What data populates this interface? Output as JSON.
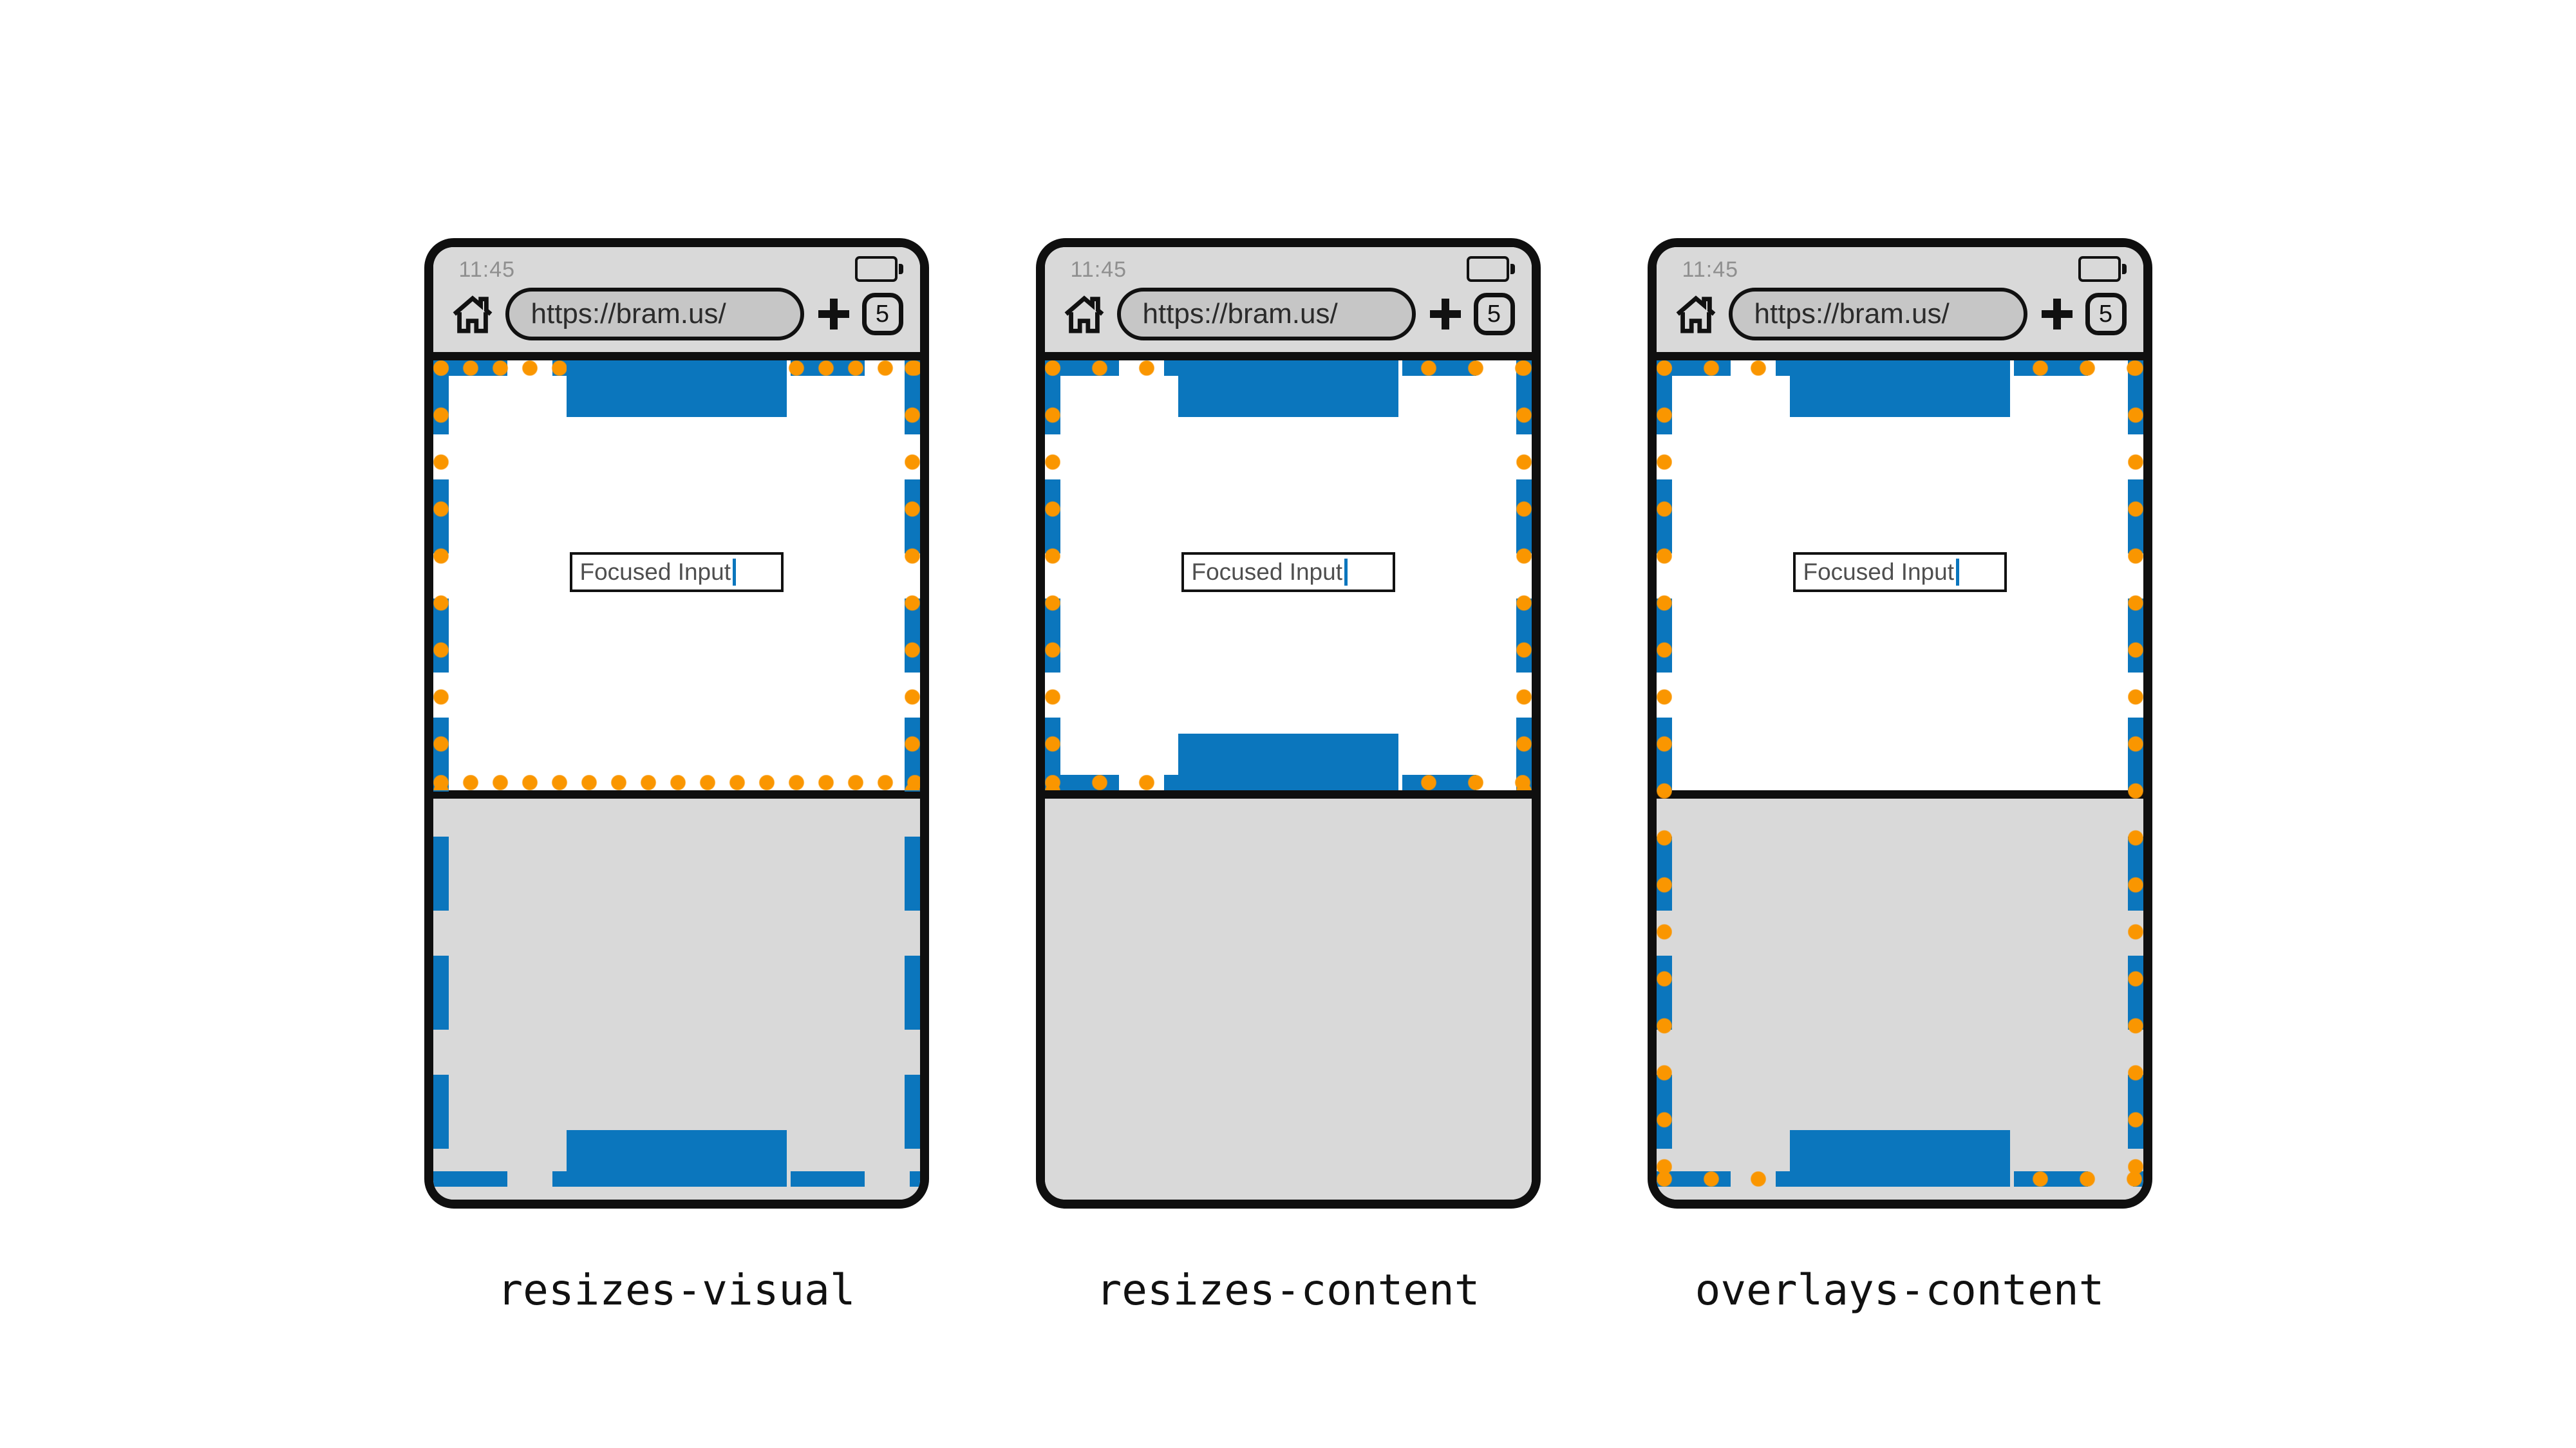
{
  "colors": {
    "blue": "#0b76bd",
    "orange": "#fa9600",
    "toolbar_gray": "#d9d9d9",
    "keyboard_gray": "#d9d9d9",
    "url_pill_gray": "#c6c6c6",
    "frame_black": "#0f0f0f",
    "time_gray": "#8f8f8f",
    "input_text_gray": "#4f4f4f"
  },
  "icons": [
    "home-icon",
    "battery-icon",
    "plus-icon",
    "tab-counter",
    "text-caret"
  ],
  "phones": [
    {
      "behavior": "resizes-visual",
      "label": "resizes-visual",
      "status": {
        "time": "11:45"
      },
      "browser": {
        "url": "https://bram.us/",
        "tab_count": "5"
      },
      "input": {
        "value": "Focused Input"
      }
    },
    {
      "behavior": "resizes-content",
      "label": "resizes-content",
      "status": {
        "time": "11:45"
      },
      "browser": {
        "url": "https://bram.us/",
        "tab_count": "5"
      },
      "input": {
        "value": "Focused Input"
      }
    },
    {
      "behavior": "overlays-content",
      "label": "overlays-content",
      "status": {
        "time": "11:45"
      },
      "browser": {
        "url": "https://bram.us/",
        "tab_count": "5"
      },
      "input": {
        "value": "Focused Input"
      }
    }
  ]
}
